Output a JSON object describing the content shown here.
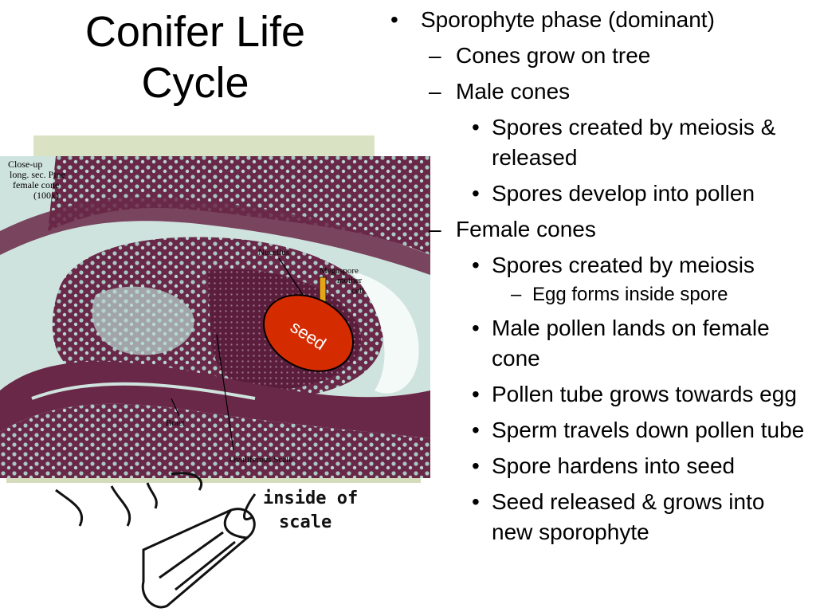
{
  "title": {
    "line1": "Conifer Life",
    "line2": "Cycle"
  },
  "figure": {
    "caption_lines": [
      "Close-up",
      "long. sec. Pine",
      "female cone",
      "(100x)"
    ],
    "labels": {
      "nucellus": "Nucellus",
      "megaspore": [
        "Megaspore",
        "mother",
        "cell"
      ],
      "bract": "Bract",
      "ovuliferous": "Ovuliferous Scale"
    },
    "seed_label": "seed",
    "sketch_lines": [
      "inside of",
      "scale"
    ],
    "colors": {
      "seed_fill": "#d52b00",
      "stain_dark": "#6a2848",
      "stain_light": "#a7c8c3",
      "marker": "#e8a418"
    }
  },
  "bullets": [
    {
      "level": 1,
      "mark": "•",
      "text": "Sporophyte phase (dominant)"
    },
    {
      "level": 2,
      "mark": "–",
      "text": "Cones grow on tree"
    },
    {
      "level": 2,
      "mark": "–",
      "text": "Male cones"
    },
    {
      "level": 3,
      "mark": "•",
      "text": "Spores created by meiosis & released"
    },
    {
      "level": 3,
      "mark": "•",
      "text": "Spores develop into pollen"
    },
    {
      "level": 2,
      "mark": "–",
      "text": "Female cones"
    },
    {
      "level": 3,
      "mark": "•",
      "text": "Spores created by meiosis"
    },
    {
      "level": 4,
      "mark": "–",
      "text": "Egg forms inside spore"
    },
    {
      "level": 3,
      "mark": "•",
      "text": "Male pollen lands on female cone"
    },
    {
      "level": 3,
      "mark": "•",
      "text": "Pollen tube grows towards egg"
    },
    {
      "level": 3,
      "mark": "•",
      "text": "Sperm travels down pollen tube"
    },
    {
      "level": 3,
      "mark": "•",
      "text": "Spore hardens into seed"
    },
    {
      "level": 3,
      "mark": "•",
      "text": "Seed released & grows into new sporophyte"
    }
  ]
}
